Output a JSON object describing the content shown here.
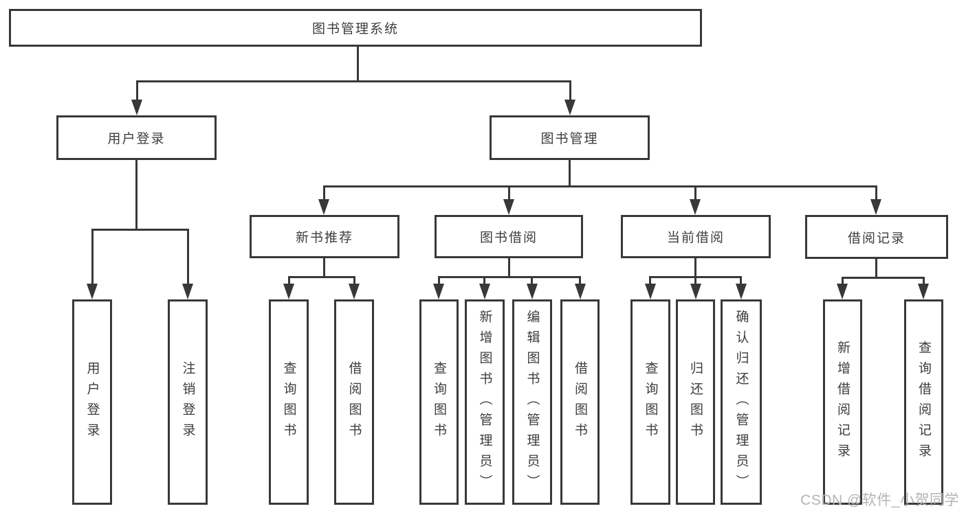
{
  "tree": {
    "root": {
      "label": "图书管理系统"
    },
    "children": [
      {
        "label": "用户登录",
        "children": [
          {
            "label": "用户登录"
          },
          {
            "label": "注销登录"
          }
        ]
      },
      {
        "label": "图书管理",
        "children": [
          {
            "label": "新书推荐",
            "children": [
              {
                "label": "查询图书"
              },
              {
                "label": "借阅图书"
              }
            ]
          },
          {
            "label": "图书借阅",
            "children": [
              {
                "label": "查询图书"
              },
              {
                "label": "新增图书（管理员）"
              },
              {
                "label": "编辑图书（管理员）"
              },
              {
                "label": "借阅图书"
              }
            ]
          },
          {
            "label": "当前借阅",
            "children": [
              {
                "label": "查询图书"
              },
              {
                "label": "归还图书"
              },
              {
                "label": "确认归还（管理员）"
              }
            ]
          },
          {
            "label": "借阅记录",
            "children": [
              {
                "label": "新增借阅记录"
              },
              {
                "label": "查询借阅记录"
              }
            ]
          }
        ]
      }
    ]
  },
  "watermark": {
    "text": "CSDN @软件_小贺同学"
  },
  "colors": {
    "line-color": "#383838",
    "text-color": "#3d3d3d",
    "watermark-color": "#b4b4b4",
    "bg-color": "#ffffff"
  }
}
